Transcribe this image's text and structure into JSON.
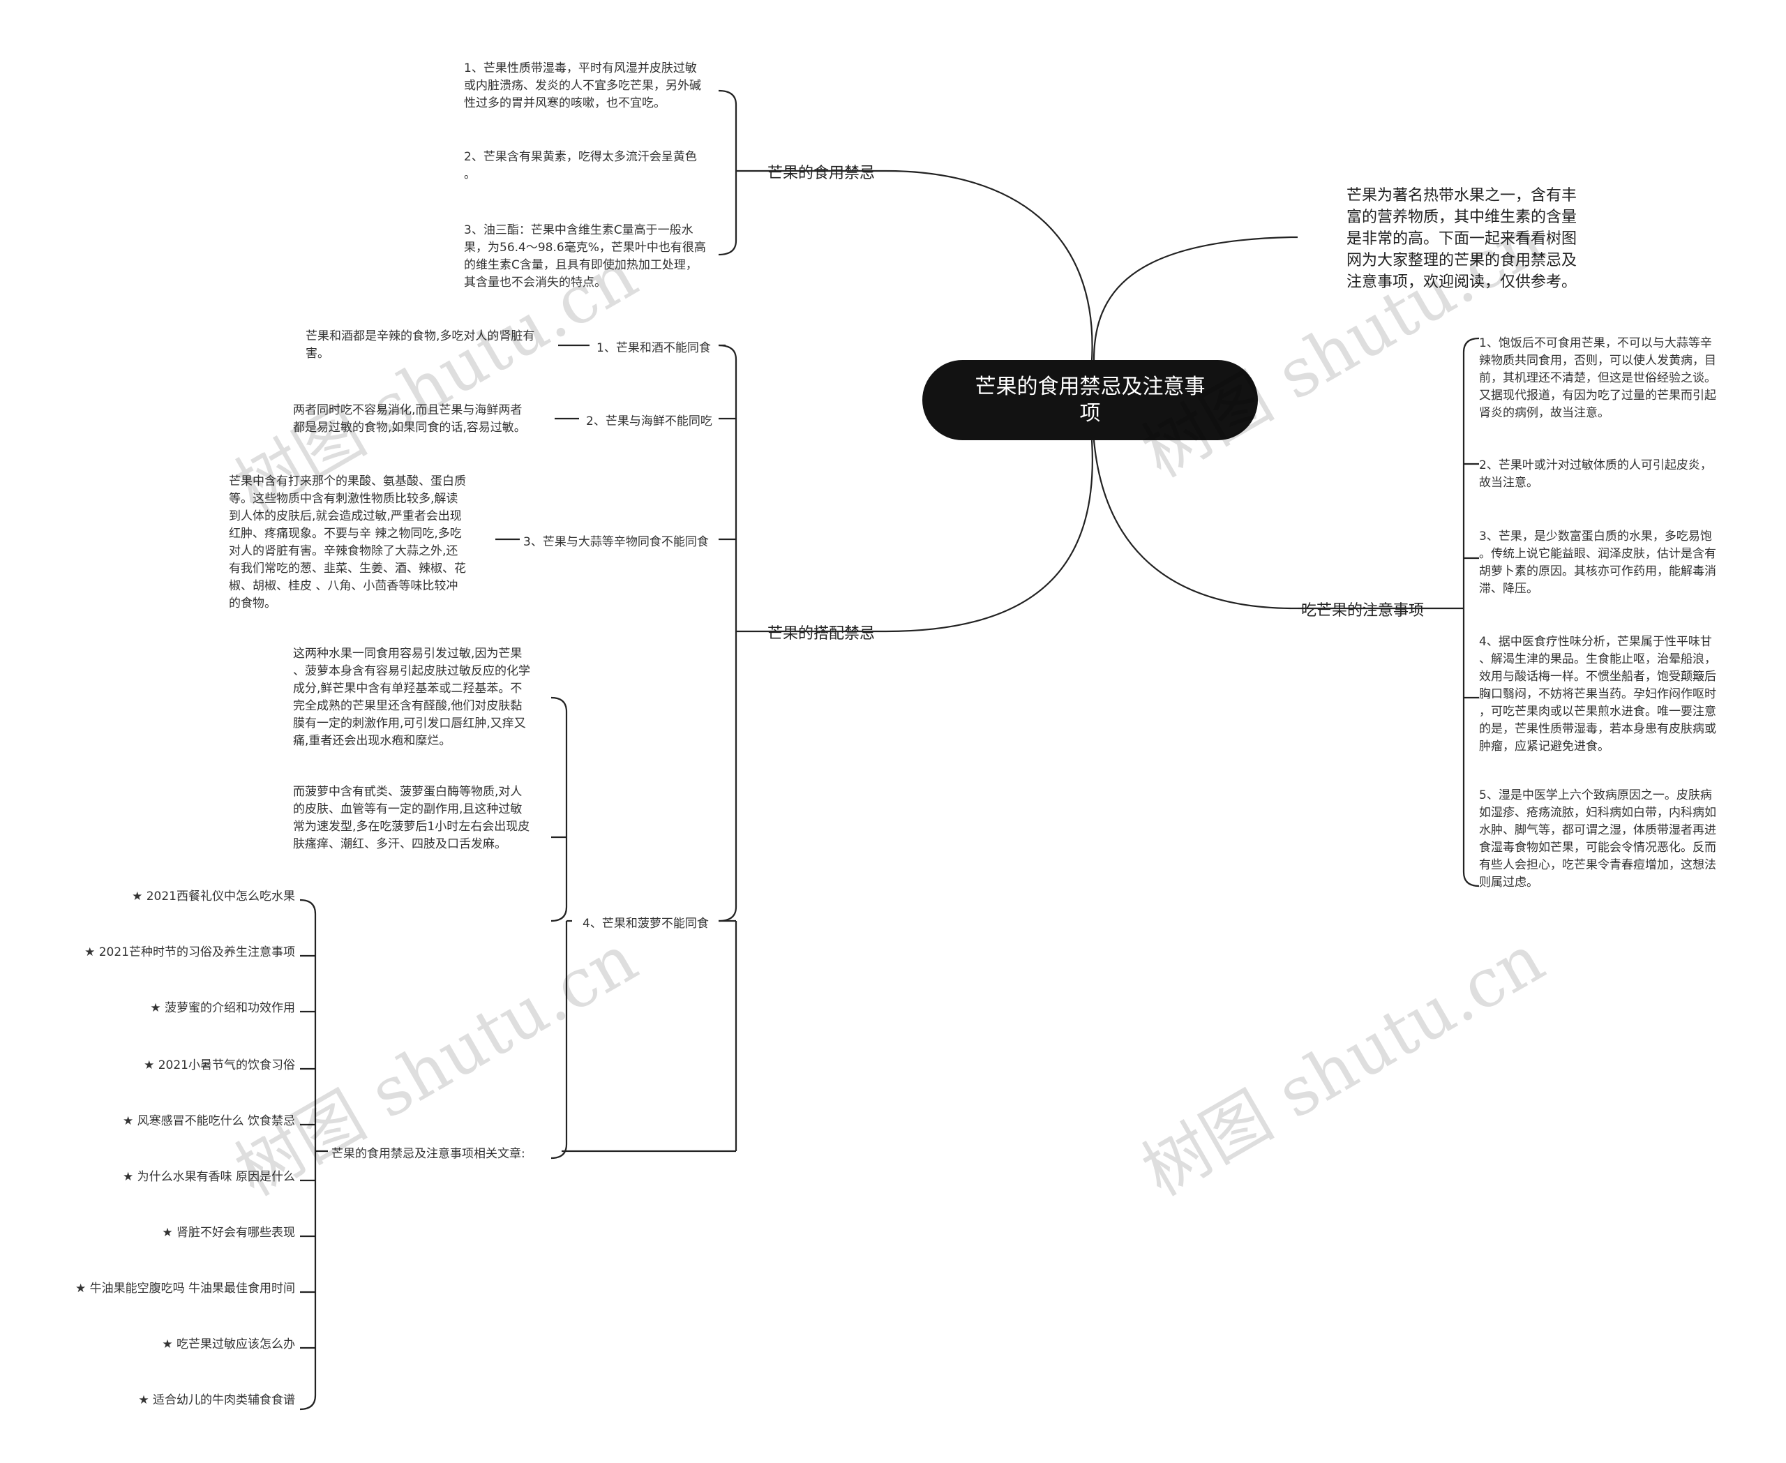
{
  "center": "芒果的食用禁忌及注意事\n项",
  "intro": "芒果为著名热带水果之一，含有丰\n富的营养物质，其中维生素的含量\n是非常的高。下面一起来看看树图\n网为大家整理的芒果的食用禁忌及\n注意事项，欢迎阅读，仅供参考。",
  "branches": {
    "b1": "芒果的食用禁忌",
    "b2": "芒果的搭配禁忌",
    "b3": "吃芒果的注意事项"
  },
  "b1_items": [
    "1、芒果性质带湿毒，平时有风湿并皮肤过敏\n或内脏溃疡、发炎的人不宜多吃芒果，另外碱\n性过多的胃并风寒的咳嗽，也不宜吃。",
    "2、芒果含有果黄素，吃得太多流汗会呈黄色\n。",
    "3、油三酯：芒果中含维生素C量高于一般水\n果，为56.4～98.6毫克%，芒果叶中也有很高\n的维生素C含量，且具有即使加热加工处理，\n其含量也不会消失的特点。"
  ],
  "b2_subs": [
    "1、芒果和酒不能同食",
    "2、芒果与海鲜不能同吃",
    "3、芒果与大蒜等辛物同食不能同食",
    "4、芒果和菠萝不能同食",
    "芒果的食用禁忌及注意事项相关文章:"
  ],
  "b2_details": [
    "芒果和酒都是辛辣的食物,多吃对人的肾脏有\n害。",
    "两者同时吃不容易消化,而且芒果与海鲜两者\n都是易过敏的食物,如果同食的话,容易过敏。",
    "芒果中含有打来那个的果酸、氨基酸、蛋白质\n等。这些物质中含有刺激性物质比较多,解读\n到人体的皮肤后,就会造成过敏,严重者会出现\n红肿、疼痛现象。不要与辛 辣之物同吃,多吃\n对人的肾脏有害。辛辣食物除了大蒜之外,还\n有我们常吃的葱、韭菜、生姜、酒、辣椒、花\n椒、胡椒、桂皮 、八角、小茴香等味比较冲\n的食物。",
    "这两种水果一同食用容易引发过敏,因为芒果\n、菠萝本身含有容易引起皮肤过敏反应的化学\n成分,鲜芒果中含有单羟基苯或二羟基苯。不\n完全成熟的芒果里还含有醛酸,他们对皮肤黏\n膜有一定的刺激作用,可引发口唇红肿,又痒又\n痛,重者还会出现水疱和糜烂。",
    "而菠萝中含有甙类、菠萝蛋白酶等物质,对人\n的皮肤、血管等有一定的副作用,且这种过敏\n常为速发型,多在吃菠萝后1小时左右会出现皮\n肤瘙痒、潮红、多汗、四肢及口舌发麻。"
  ],
  "related": [
    "★ 2021西餐礼仪中怎么吃水果",
    "★ 2021芒种时节的习俗及养生注意事项",
    "★ 菠萝蜜的介绍和功效作用",
    "★ 2021小暑节气的饮食习俗",
    "★ 风寒感冒不能吃什么 饮食禁忌",
    "★ 为什么水果有香味 原因是什么",
    "★ 肾脏不好会有哪些表现",
    "★ 牛油果能空腹吃吗 牛油果最佳食用时间",
    "★ 吃芒果过敏应该怎么办",
    "★ 适合幼儿的牛肉类辅食食谱"
  ],
  "b3_items": [
    "1、饱饭后不可食用芒果，不可以与大蒜等辛\n辣物质共同食用，否则，可以使人发黄病，目\n前，其机理还不清楚，但这是世俗经验之谈。\n又据现代报道，有因为吃了过量的芒果而引起\n肾炎的病例，故当注意。",
    "2、芒果叶或汁对过敏体质的人可引起皮炎，\n故当注意。",
    "3、芒果，是少数富蛋白质的水果，多吃易饱\n。传统上说它能益眼、润泽皮肤，估计是含有\n胡萝卜素的原因。其核亦可作药用，能解毒消\n滞、降压。",
    "4、据中医食疗性味分析，芒果属于性平味甘\n、解渴生津的果品。生食能止呕，治晕船浪，\n效用与酸话梅一样。不惯坐船者，饱受颠簸后\n胸口翳闷，不妨将芒果当药。孕妇作闷作呕时\n，可吃芒果肉或以芒果煎水进食。唯一要注意\n的是，芒果性质带湿毒，若本身患有皮肤病或\n肿瘤，应紧记避免进食。",
    "5、湿是中医学上六个致病原因之一。皮肤病\n如湿疹、疮疡流脓，妇科病如白带，内科病如\n水肿、脚气等，都可谓之湿，体质带湿者再进\n食湿毒食物如芒果，可能会令情况恶化。反而\n有些人会担心，吃芒果令青春痘增加，这想法\n则属过虑。"
  ],
  "watermark": "树图 shutu.cn"
}
